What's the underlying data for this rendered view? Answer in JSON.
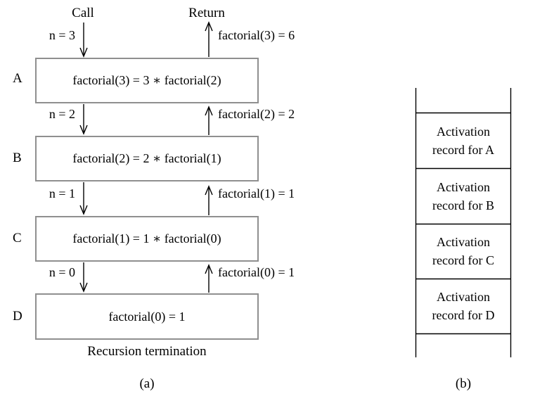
{
  "figure": {
    "left": {
      "call_label": "Call",
      "return_label": "Return",
      "rows": [
        {
          "letter": "A",
          "box_text": "factorial(3) = 3 ∗ factorial(2)",
          "call_arg": "n = 3",
          "return_value": "factorial(3) = 6"
        },
        {
          "letter": "B",
          "box_text": "factorial(2) = 2 ∗ factorial(1)",
          "call_arg": "n = 2",
          "return_value": "factorial(2) = 2"
        },
        {
          "letter": "C",
          "box_text": "factorial(1) = 1 ∗ factorial(0)",
          "call_arg": "n = 1",
          "return_value": "factorial(1) = 1"
        },
        {
          "letter": "D",
          "box_text": "factorial(0) = 1",
          "call_arg": "n = 0",
          "return_value": "factorial(0) = 1"
        }
      ],
      "termination_label": "Recursion termination",
      "caption": "(a)"
    },
    "right": {
      "cells": [
        "Activation\nrecord for A",
        "Activation\nrecord for B",
        "Activation\nrecord for C",
        "Activation\nrecord for D"
      ],
      "caption": "(b)"
    },
    "colors": {
      "box_border": "#8f8f8f",
      "line": "#000000",
      "text": "#000000",
      "background": "#ffffff"
    }
  }
}
